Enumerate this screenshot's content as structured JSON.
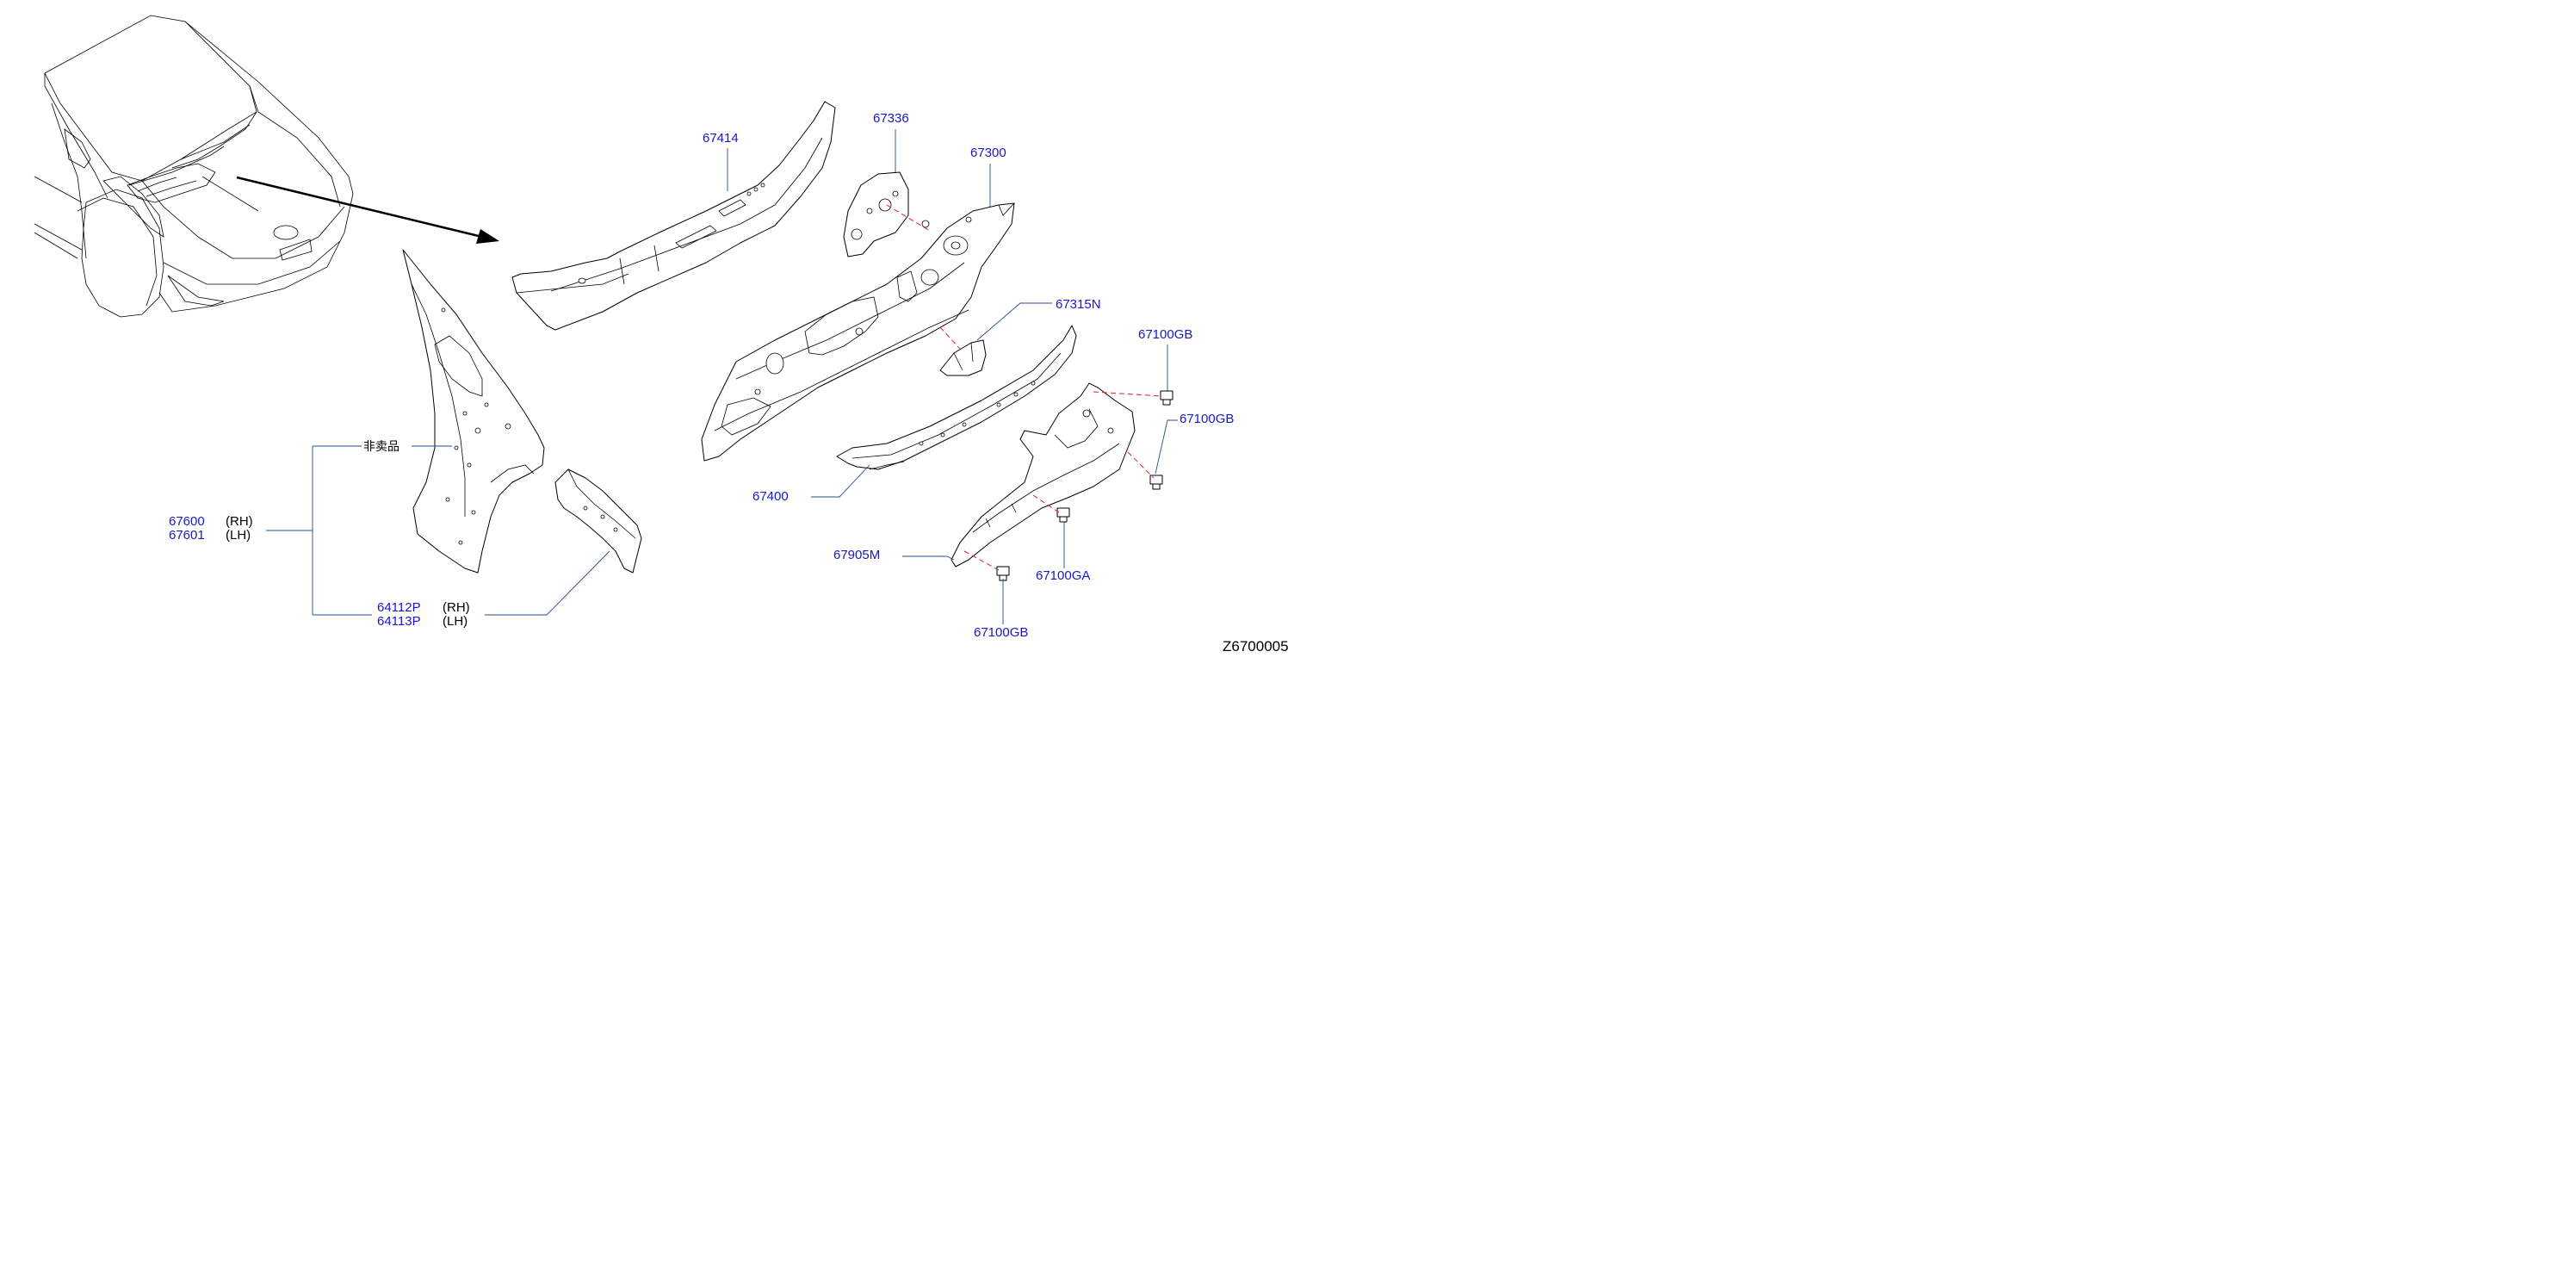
{
  "diagram": {
    "code": "Z6700005",
    "note": "非卖品",
    "labels": {
      "p67414": "67414",
      "p67336": "67336",
      "p67300": "67300",
      "p67315N": "67315N",
      "p67100GB_a": "67100GB",
      "p67100GB_b": "67100GB",
      "p67400": "67400",
      "p67905M": "67905M",
      "p67100GA": "67100GA",
      "p67100GB_c": "67100GB",
      "p67600": "67600",
      "p67600_side": "(RH)",
      "p67601": "67601",
      "p67601_side": "(LH)",
      "p64112P": "64112P",
      "p64112P_side": "(RH)",
      "p64113P": "64113P",
      "p64113P_side": "(LH)"
    }
  },
  "colors": {
    "part_number": "#1818c8",
    "leader": "#2a4a8a",
    "dashed_connector": "#e02020",
    "linework": "#000000"
  }
}
